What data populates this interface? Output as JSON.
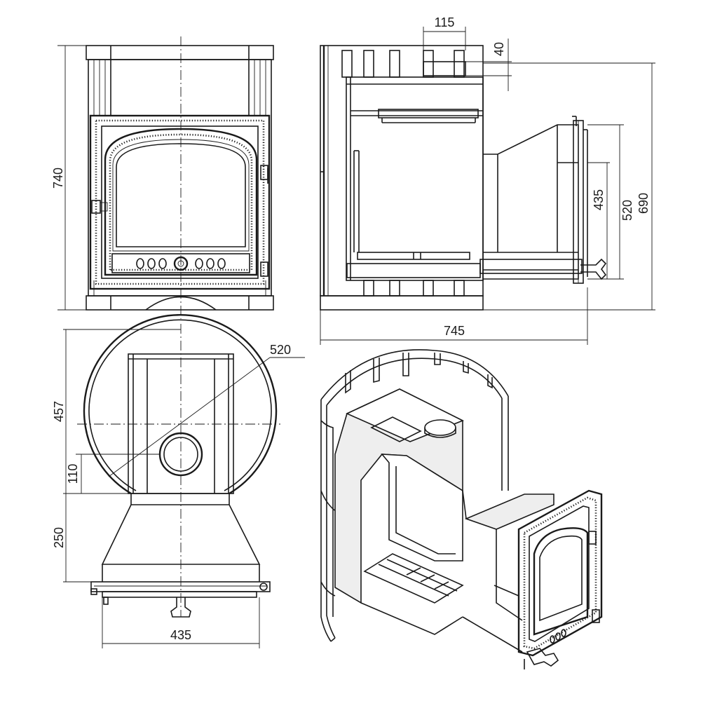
{
  "drawing": {
    "dimensions": {
      "front_height": "740",
      "side_top_spacing": "115",
      "side_top_offset": "40",
      "side_door_435": "435",
      "side_door_520": "520",
      "side_total_690": "690",
      "side_depth": "745",
      "top_diameter": "520",
      "top_depth": "457",
      "top_pipe_offset": "110",
      "top_tunnel": "250",
      "top_width": "435"
    },
    "colors": {
      "line": "#1a1a1a",
      "background": "#ffffff"
    }
  }
}
